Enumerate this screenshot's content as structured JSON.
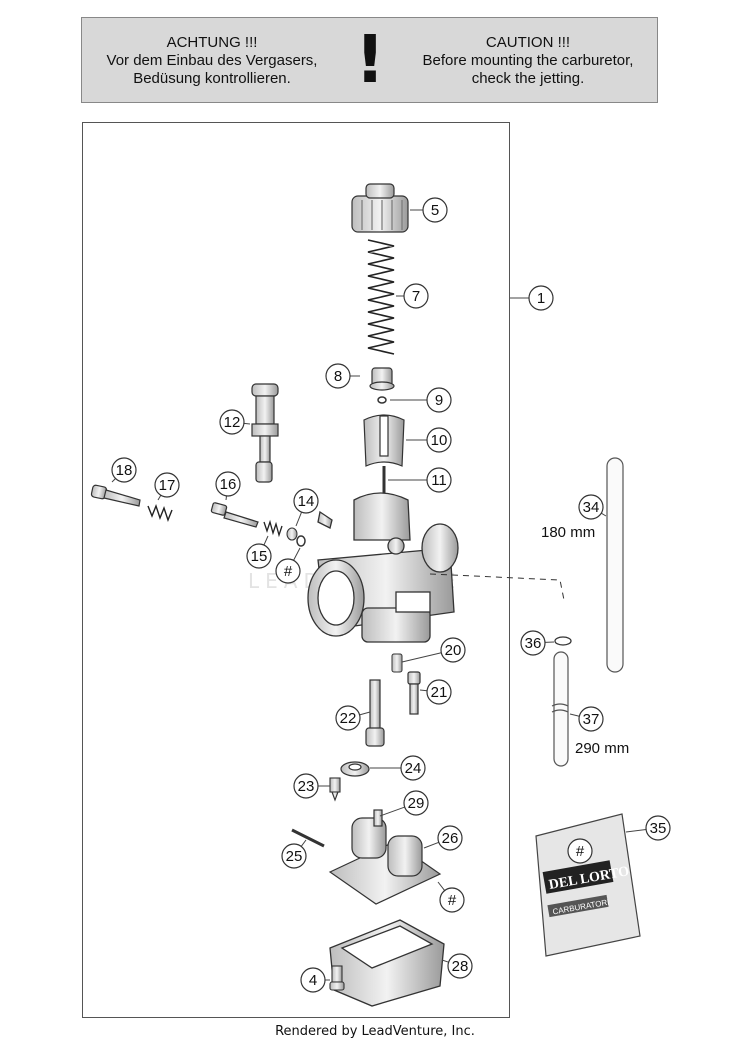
{
  "warning": {
    "german_title": "ACHTUNG !!!",
    "german_line1": "Vor dem Einbau des Vergasers,",
    "german_line2": "Bedüsung kontrollieren.",
    "symbol": "!",
    "english_title": "CAUTION !!!",
    "english_line1": "Before mounting the carburetor,",
    "english_line2": "check the jetting."
  },
  "callouts": [
    "1",
    "4",
    "5",
    "7",
    "8",
    "9",
    "10",
    "11",
    "12",
    "14",
    "15",
    "16",
    "17",
    "18",
    "20",
    "21",
    "22",
    "23",
    "24",
    "25",
    "26",
    "28",
    "29",
    "34",
    "35",
    "36",
    "37",
    "#"
  ],
  "dimensions": {
    "tube_34": "180 mm",
    "tube_37": "290 mm"
  },
  "packet_label": {
    "brand": "DEL LORTO",
    "subtitle": "CARBURATORI",
    "mark": "#"
  },
  "watermark": "LEADVENTURE",
  "footer": "Rendered by LeadVenture, Inc."
}
